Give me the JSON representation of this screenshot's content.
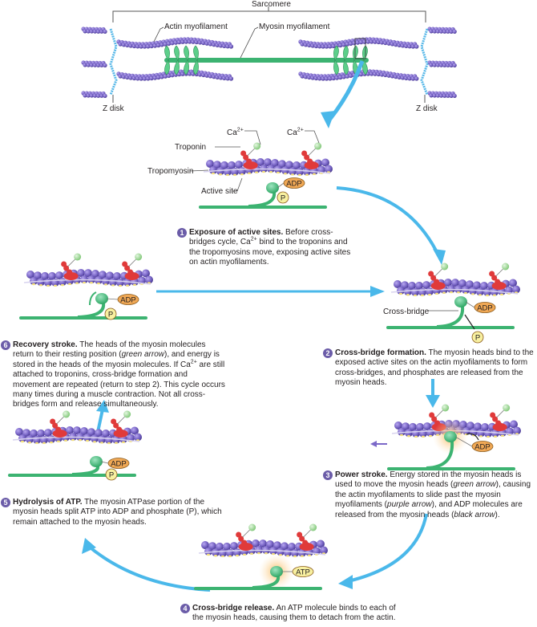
{
  "colors": {
    "actin": "#7b68c8",
    "actin_dark": "#5b4aa6",
    "myosin": "#3cb371",
    "myosin_dark": "#2e8b57",
    "zdisk": "#58b8e8",
    "troponin": "#e03a3a",
    "calcium": "#a8dca0",
    "adp": "#f0a855",
    "phosphate": "#f8f0a0",
    "arrow": "#4ab8ea",
    "badge": "#6b5ca8",
    "active_site": "#f5e27a"
  },
  "sarcomere": {
    "title": "Sarcomere",
    "actin_label": "Actin myofilament",
    "myosin_label": "Myosin myofilament",
    "zdisk_left": "Z disk",
    "zdisk_right": "Z disk"
  },
  "panel1": {
    "ca_left": "Ca",
    "ca_right": "Ca",
    "ca_sup": "2+",
    "troponin": "Troponin",
    "tropomyosin": "Tropomyosin",
    "active_site": "Active site",
    "adp": "ADP",
    "p": "P"
  },
  "panel2": {
    "cross_bridge": "Cross-bridge",
    "adp": "ADP",
    "p": "P"
  },
  "panel3": {
    "adp": "ADP"
  },
  "panel4": {
    "atp": "ATP"
  },
  "panel5": {
    "adp": "ADP",
    "p": "P"
  },
  "panel6": {
    "adp": "ADP",
    "p": "P"
  },
  "steps": [
    {
      "number": "1",
      "title": "Exposure of active sites.",
      "text_a": " Before cross-bridges cycle, Ca",
      "sup": "2+",
      "text_b": " bind to the troponins and the tropomyosins move, exposing active sites on actin myofilaments."
    },
    {
      "number": "2",
      "title": "Cross-bridge formation.",
      "text": " The myosin heads bind to the exposed active sites on the actin myofilaments to form cross-bridges, and phosphates are released from the myosin heads."
    },
    {
      "number": "3",
      "title": "Power stroke.",
      "text_a": " Energy stored in the myosin heads is used to move the myosin heads (",
      "em1": "green arrow",
      "text_b": "), causing the actin myofilaments to slide past the myosin myofilaments (",
      "em2": "purple arrow",
      "text_c": "), and ADP molecules are released from the myosin heads (",
      "em3": "black arrow",
      "text_d": ")."
    },
    {
      "number": "4",
      "title": "Cross-bridge release.",
      "text": " An ATP molecule binds to each of the myosin heads, causing them to detach from the actin."
    },
    {
      "number": "5",
      "title": "Hydrolysis of ATP.",
      "text": " The myosin ATPase portion of the myosin heads split ATP into ADP and phosphate (P), which remain attached to the myosin heads."
    },
    {
      "number": "6",
      "title": "Recovery stroke.",
      "text_a": " The heads of the myosin molecules return to their resting position (",
      "em1": "green arrow",
      "text_b": "), and energy is stored in the heads of the myosin molecules. If Ca",
      "sup": "2+",
      "text_c": " are still attached to troponins, cross-bridge formation and movement are repeated (return to step 2). This cycle occurs many times during a muscle contraction. Not all cross-bridges form and release simultaneously."
    }
  ]
}
